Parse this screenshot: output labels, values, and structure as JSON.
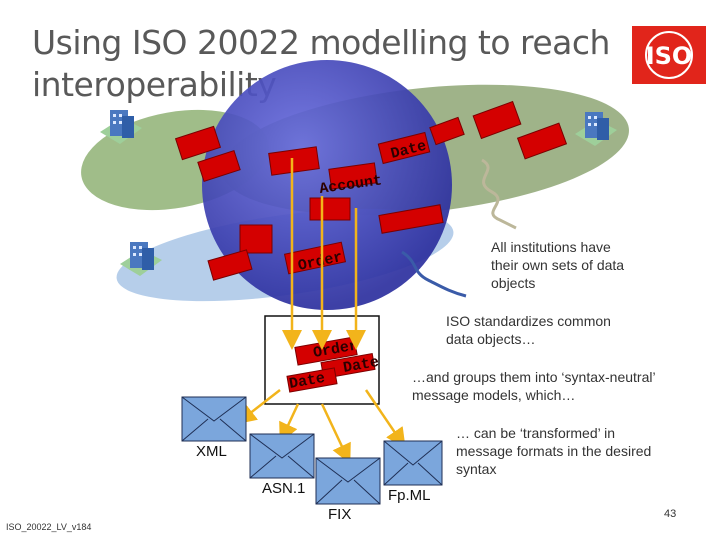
{
  "title": "Using ISO 20022 modelling to reach interoperability",
  "logo": {
    "text": "ISO",
    "color": "#e1251b"
  },
  "brick_words": {
    "date_top": "Date",
    "account": "Account",
    "order_top": "Order",
    "order_box": "Order",
    "date_box_right": "Date",
    "date_box_left": "Date"
  },
  "notes": {
    "institutions": "All institutions have their own sets of data objects",
    "standardizes": "ISO standardizes common data objects…",
    "groups": "…and groups them into ‘syntax-neutral’ message models, which…",
    "transformed": "… can be ‘transformed’ in message formats in the desired syntax"
  },
  "formats": {
    "xml": "XML",
    "asn1": "ASN.1",
    "fix": "FIX",
    "fpml": "Fp.ML"
  },
  "footer": "ISO_20022_LV_v184",
  "page_number": "43",
  "colors": {
    "sphere": "#3b3fbf",
    "brick": "#d40000",
    "envelope": "#7ba6dc",
    "arrow": "#f2b41b",
    "wire_grey": "#bcb79a",
    "wire_blue": "#3a5ba8"
  }
}
